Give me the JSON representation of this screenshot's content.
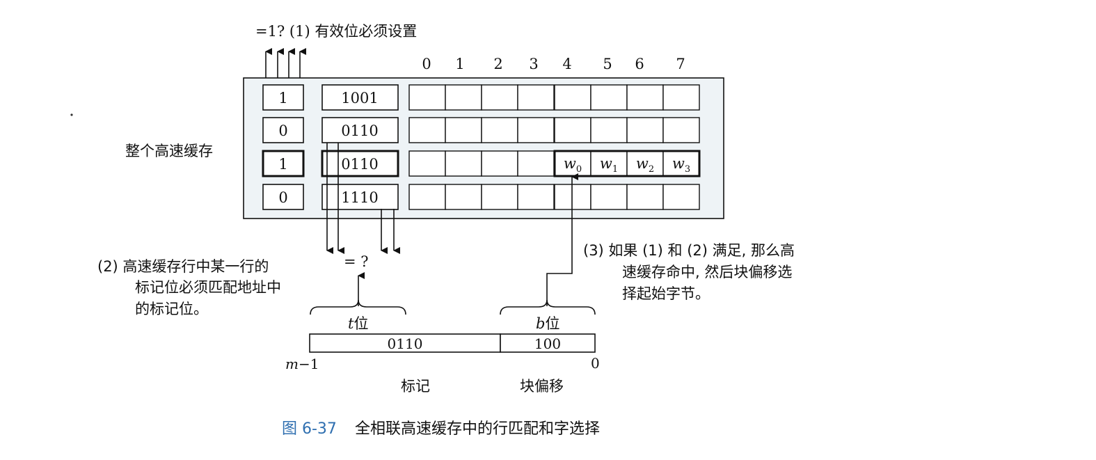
{
  "annotations": {
    "valid_bit_check": "=1? (1) 有效位必须设置",
    "cache_label": "整个高速缓存",
    "tag_match_question": "= ?",
    "tag_match_note": [
      "(2) 高速缓存行中某一行的",
      "标记位必须匹配地址中",
      "的标记位。"
    ],
    "hit_note": [
      "(3) 如果 (1) 和 (2) 满足, 那么高",
      "速缓存命中, 然后块偏移选",
      "择起始字节。"
    ]
  },
  "column_indices": [
    "0",
    "1",
    "2",
    "3",
    "4",
    "5",
    "6",
    "7"
  ],
  "cache_lines": [
    {
      "valid": "1",
      "tag": "1001",
      "selected": false
    },
    {
      "valid": "0",
      "tag": "0110",
      "selected": false
    },
    {
      "valid": "1",
      "tag": "0110",
      "selected": true
    },
    {
      "valid": "0",
      "tag": "1110",
      "selected": false
    }
  ],
  "selected_words": [
    "w",
    "w",
    "w",
    "w"
  ],
  "selected_word_subscripts": [
    "0",
    "1",
    "2",
    "3"
  ],
  "address": {
    "t_label": "t",
    "t_suffix": "位",
    "b_label": "b",
    "b_suffix": "位",
    "tag_value": "0110",
    "offset_value": "100",
    "high_bit_m": "m",
    "high_bit_rest": "−1",
    "low_bit": "0",
    "tag_caption": "标记",
    "offset_caption": "块偏移"
  },
  "caption": {
    "number": "图 6-37",
    "title": "全相联高速缓存中的行匹配和字选择"
  }
}
